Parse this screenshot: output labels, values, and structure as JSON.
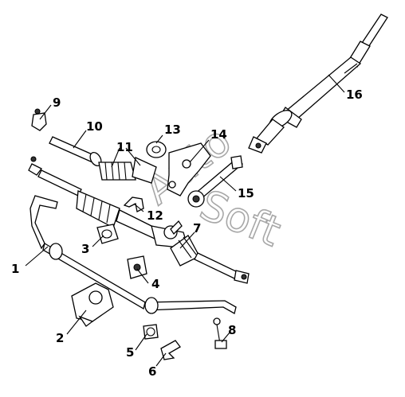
{
  "watermark": {
    "line1": "Auto",
    "line2": "Soft"
  },
  "callouts": [
    {
      "id": "1",
      "label": "1"
    },
    {
      "id": "2",
      "label": "2"
    },
    {
      "id": "3",
      "label": "3"
    },
    {
      "id": "4",
      "label": "4"
    },
    {
      "id": "5",
      "label": "5"
    },
    {
      "id": "6",
      "label": "6"
    },
    {
      "id": "7",
      "label": "7"
    },
    {
      "id": "8",
      "label": "8"
    },
    {
      "id": "9",
      "label": "9"
    },
    {
      "id": "10",
      "label": "10"
    },
    {
      "id": "11",
      "label": "11"
    },
    {
      "id": "12",
      "label": "12"
    },
    {
      "id": "13",
      "label": "13"
    },
    {
      "id": "14",
      "label": "14"
    },
    {
      "id": "15",
      "label": "15"
    },
    {
      "id": "16",
      "label": "16"
    }
  ]
}
